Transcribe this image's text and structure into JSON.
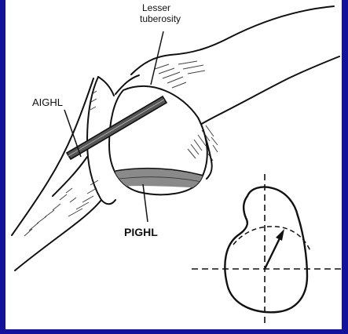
{
  "labels": {
    "lesser_line1": "Lesser",
    "lesser_line2": "tuberosity",
    "aighl": "AIGHL",
    "pighl": "PIGHL"
  },
  "colors": {
    "slide_background": "#12129a",
    "panel_background": "#ffffff",
    "ink": "#111111",
    "ligament_fill": "#555555"
  }
}
